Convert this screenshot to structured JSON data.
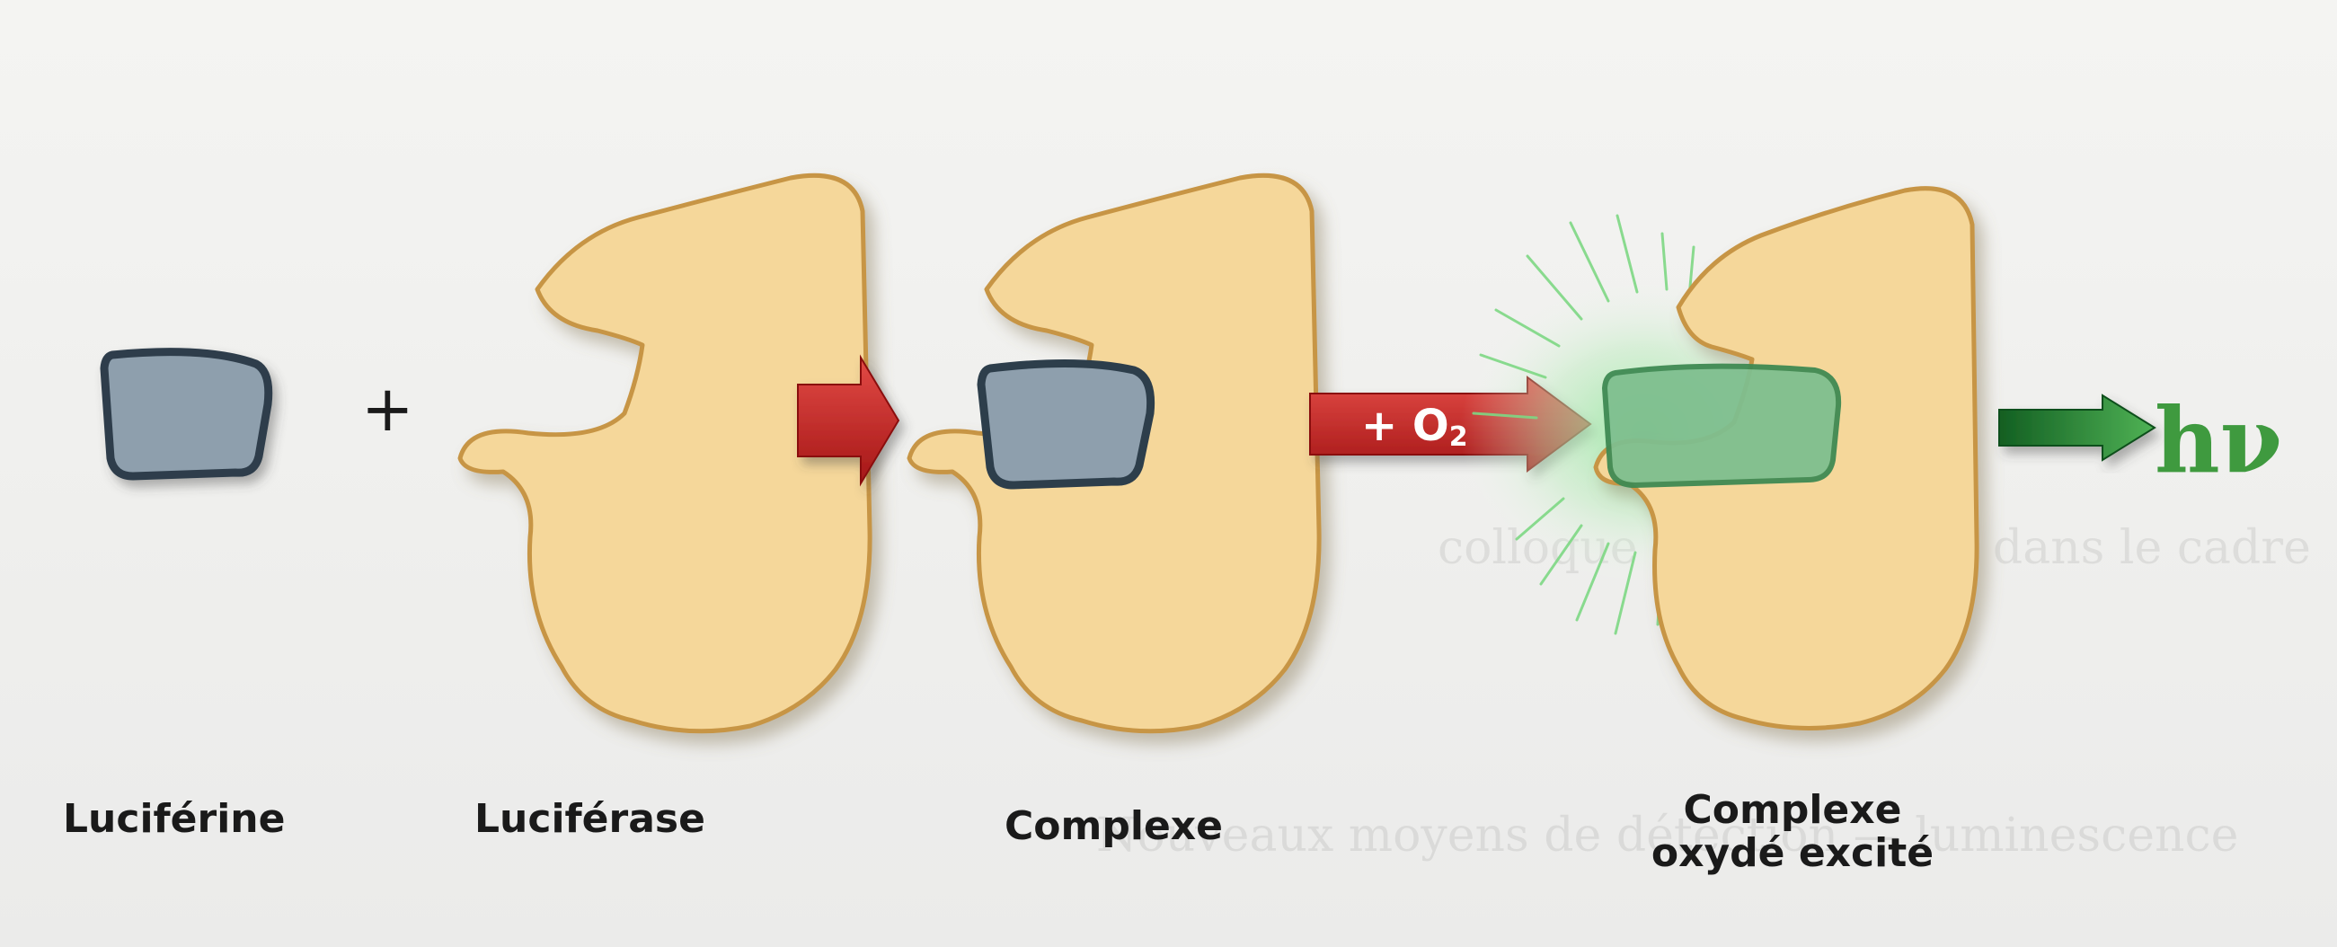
{
  "labels": {
    "luciferine": "Luciférine",
    "luciferase": "Luciférase",
    "complexe": "Complexe",
    "complexe_oxyde_line1": "Complexe",
    "complexe_oxyde_line2": "oxydé excité"
  },
  "plus_sign": "+",
  "oxygen_arrow": {
    "prefix": "+ O",
    "subscript": "2"
  },
  "emission": "hν",
  "colors": {
    "enzyme_fill": "#f5d79a",
    "enzyme_outline": "#c79545",
    "substrate_fill": "#8e9fad",
    "substrate_outline": "#2d3e4b",
    "excited_fill": "#7fbf8f",
    "red_arrow": "#c2262a",
    "green_arrow": "#2e8b3c",
    "glow": "#7ed884"
  }
}
